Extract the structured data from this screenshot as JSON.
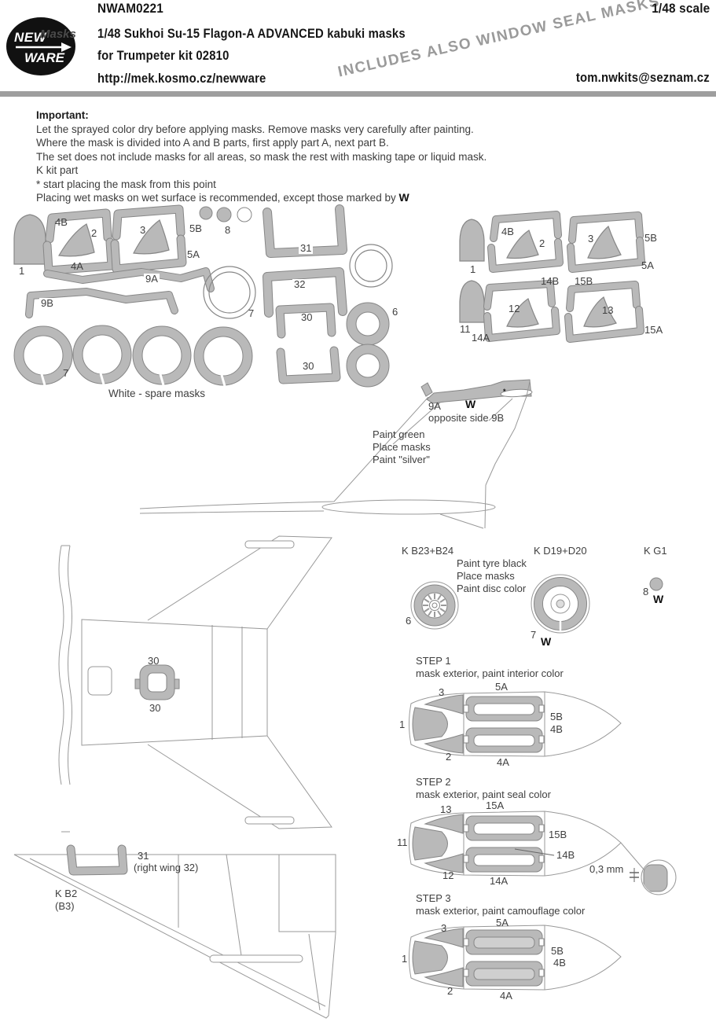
{
  "header": {
    "logo": {
      "top": "NEW",
      "mid": "Masks",
      "bottom": "WARE"
    },
    "code": "NWAM0221",
    "title": "1/48  Sukhoi Su-15 Flagon-A ADVANCED kabuki masks",
    "kit": "for Trumpeter kit 02810",
    "url": "http://mek.kosmo.cz/newware",
    "banner": "INCLUDES ALSO WINDOW SEAL MASKS",
    "scale": "1/48 scale",
    "email": "tom.nwkits@seznam.cz"
  },
  "important": {
    "heading": "Important:",
    "lines": [
      "Let the sprayed color dry before applying masks. Remove masks very carefully after painting.",
      "Where the mask is divided into A and B parts, first apply part A, next part B.",
      "The set does not include masks for all areas, so mask the rest with masking tape or liquid mask.",
      "K kit part",
      "*  start placing the mask from this point"
    ],
    "wet_text": "Placing wet masks on wet surface is recommended, except those marked by",
    "wet_mark": "W"
  },
  "colors": {
    "mask_fill": "#b9b9b9",
    "mask_outline": "#878787",
    "line": "#999999",
    "banner_gray": "#9a9a9a"
  },
  "parts": {
    "left": {
      "n1": "1",
      "n4B": "4B",
      "n2": "2",
      "n4A": "4A",
      "n3": "3",
      "n5B": "5B",
      "n5A": "5A",
      "n8": "8",
      "n9A": "9A",
      "n9B": "9B",
      "n7ring": "7",
      "n7set": "7"
    },
    "mid": {
      "n31": "31",
      "n32": "32",
      "n30a": "30",
      "n30b": "30",
      "n6": "6"
    },
    "right": {
      "n1": "1",
      "n4B": "4B",
      "n2": "2",
      "n3": "3",
      "n5B": "5B",
      "n5A": "5A",
      "n14B": "14B",
      "n15B": "15B",
      "n11": "11",
      "n12": "12",
      "n13": "13",
      "n14A": "14A",
      "n15A": "15A"
    }
  },
  "spare_note": "White - spare masks",
  "fin": {
    "n9A": "9A",
    "w_mark": "W",
    "opposite": "opposite side 9B",
    "star": "*",
    "note": [
      "Paint green",
      "Place masks",
      "Paint \"silver\""
    ]
  },
  "topview": {
    "n30a": "30",
    "n30b": "30"
  },
  "wing": {
    "n31": "31",
    "alt": "(right wing 32)",
    "part": "K B2",
    "part_alt": "(B3)"
  },
  "wheels": {
    "part6": "K B23+B24",
    "part7": "K D19+D20",
    "part8": "K G1",
    "note": [
      "Paint tyre black",
      "Place masks",
      "Paint disc color"
    ],
    "n6": "6",
    "n7": "7",
    "n8": "8",
    "w7": "W",
    "w8": "W"
  },
  "steps": [
    {
      "title": "STEP 1",
      "desc": "mask exterior, paint interior color",
      "labels": {
        "a": "3",
        "b": "5A",
        "c": "1",
        "d": "5B",
        "e": "4B",
        "f": "2",
        "g": "4A"
      }
    },
    {
      "title": "STEP 2",
      "desc": "mask exterior, paint seal color",
      "labels": {
        "a": "13",
        "b": "15A",
        "c": "11",
        "d": "15B",
        "e": "14B",
        "f": "12",
        "g": "14A"
      },
      "dim": "0,3 mm"
    },
    {
      "title": "STEP 3",
      "desc": "mask exterior, paint camouflage color",
      "labels": {
        "a": "3",
        "b": "5A",
        "c": "1",
        "d": "5B",
        "e": "4B",
        "f": "2",
        "g": "4A"
      }
    }
  ]
}
